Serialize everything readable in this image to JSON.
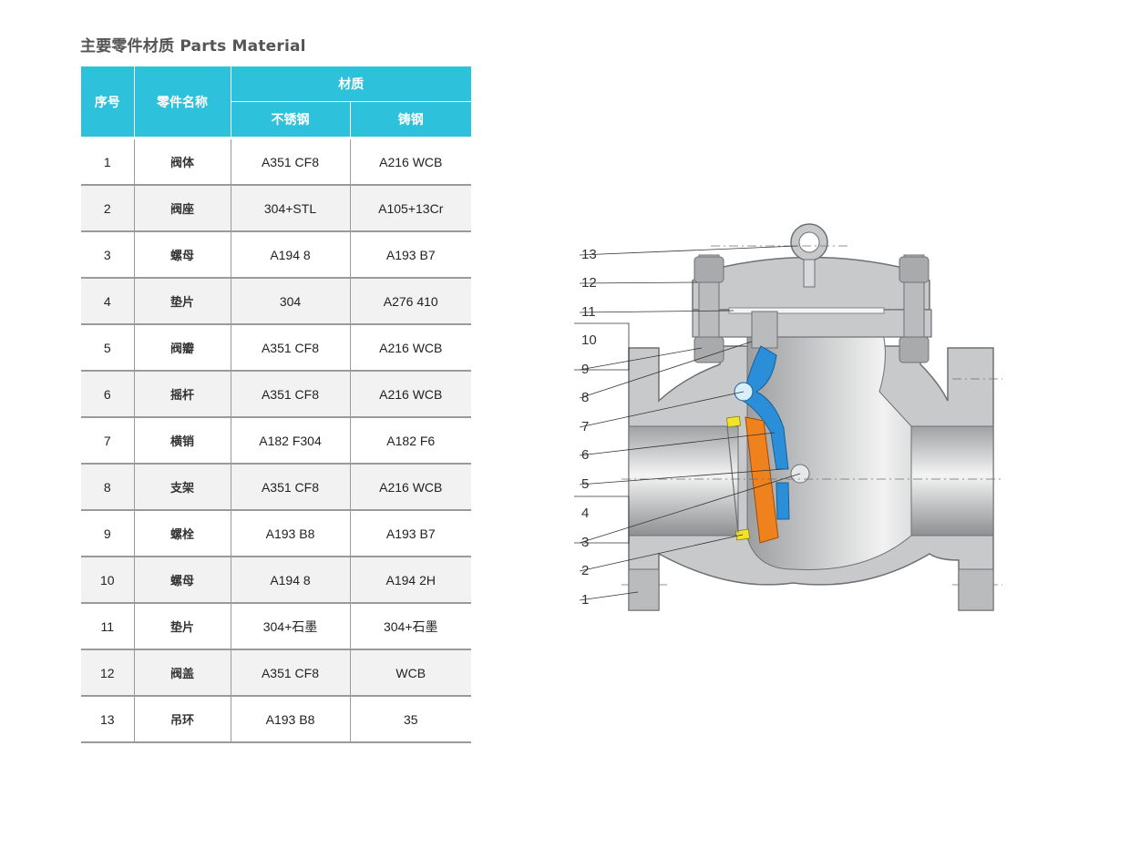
{
  "title": "主要零件材质 Parts Material",
  "table": {
    "headers": {
      "no": "序号",
      "part_name": "零件名称",
      "material": "材质",
      "stainless": "不锈钢",
      "cast_steel": "铸钢"
    },
    "rows": [
      {
        "no": "1",
        "name": "阀体",
        "stainless": "A351 CF8",
        "cast_steel": "A216 WCB"
      },
      {
        "no": "2",
        "name": "阀座",
        "stainless": "304+STL",
        "cast_steel": "A105+13Cr"
      },
      {
        "no": "3",
        "name": "螺母",
        "stainless": "A194 8",
        "cast_steel": "A193 B7"
      },
      {
        "no": "4",
        "name": "垫片",
        "stainless": "304",
        "cast_steel": "A276 410"
      },
      {
        "no": "5",
        "name": "阀瓣",
        "stainless": "A351 CF8",
        "cast_steel": "A216 WCB"
      },
      {
        "no": "6",
        "name": "摇杆",
        "stainless": "A351 CF8",
        "cast_steel": "A216 WCB"
      },
      {
        "no": "7",
        "name": "横销",
        "stainless": "A182 F304",
        "cast_steel": "A182 F6"
      },
      {
        "no": "8",
        "name": "支架",
        "stainless": "A351 CF8",
        "cast_steel": "A216 WCB"
      },
      {
        "no": "9",
        "name": "螺栓",
        "stainless": "A193 B8",
        "cast_steel": "A193 B7"
      },
      {
        "no": "10",
        "name": "螺母",
        "stainless": "A194 8",
        "cast_steel": "A194 2H"
      },
      {
        "no": "11",
        "name": "垫片",
        "stainless": "304+石墨",
        "cast_steel": "304+石墨"
      },
      {
        "no": "12",
        "name": "阀盖",
        "stainless": "A351 CF8",
        "cast_steel": "WCB"
      },
      {
        "no": "13",
        "name": "吊环",
        "stainless": "A193 B8",
        "cast_steel": "35"
      }
    ]
  },
  "diagram": {
    "callouts": [
      "13",
      "12",
      "11",
      "10",
      "9",
      "8",
      "7",
      "6",
      "5",
      "4",
      "3",
      "2",
      "1"
    ],
    "colors": {
      "body": "#c8c9cb",
      "body_dark": "#8f9194",
      "disc": "#f0821e",
      "arm": "#2a8fd8",
      "seat": "#f2e22a"
    }
  }
}
